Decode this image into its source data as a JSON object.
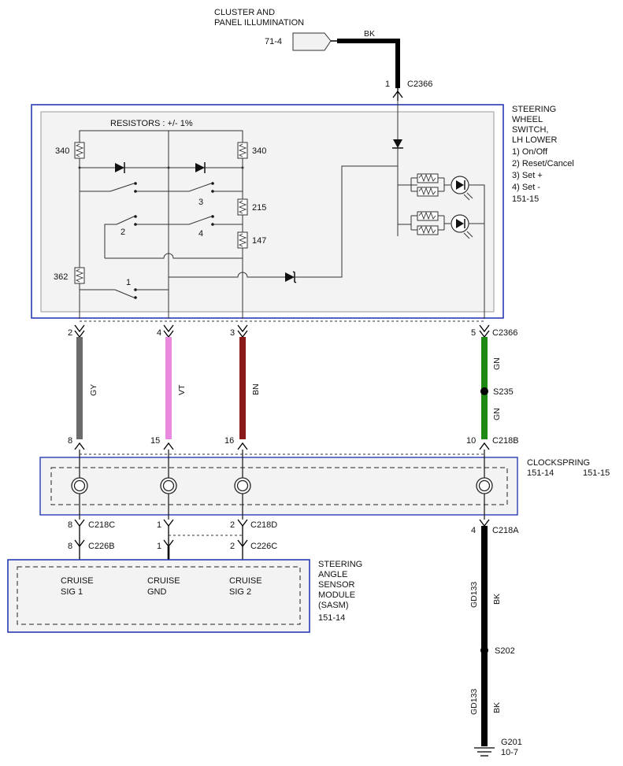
{
  "header": {
    "source_line1": "CLUSTER AND",
    "source_line2": "PANEL ILLUMINATION",
    "source_ref": "71-4",
    "top_wire_color": "BK"
  },
  "top_connector": {
    "pin": "1",
    "name": "C2366"
  },
  "switch_module": {
    "title_lines": [
      "STEERING",
      "WHEEL",
      "SWITCH,",
      "LH LOWER"
    ],
    "functions": [
      "1) On/Off",
      "2) Reset/Cancel",
      "3) Set +",
      "4) Set -"
    ],
    "page_ref": "151-15",
    "resistors_label": "RESISTORS : +/- 1%",
    "resistors": [
      "340",
      "340",
      "215",
      "147",
      "362"
    ],
    "switch_numbers": [
      "1",
      "2",
      "3",
      "4"
    ]
  },
  "connector_c2366": {
    "name": "C2366",
    "pins": [
      "2",
      "4",
      "3",
      "5"
    ]
  },
  "wires": {
    "gy": "GY",
    "vt": "VT",
    "bn": "BN",
    "gn_upper": "GN",
    "gn_lower": "GN",
    "splice_s235": "S235"
  },
  "connector_c218b": {
    "name": "C218B",
    "pins": [
      "8",
      "15",
      "16",
      "10"
    ]
  },
  "clockspring": {
    "title": "CLOCKSPRING",
    "ref1": "151-14",
    "ref2": "151-15"
  },
  "lower_connectors": {
    "c218c": {
      "pin": "8",
      "name": "C218C"
    },
    "c226b": {
      "pin": "8",
      "name": "C226B"
    },
    "c218d_pin_gnd": "1",
    "c218d": {
      "pin": "2",
      "name": "C218D"
    },
    "c226c_pin_gnd": "1",
    "c226c": {
      "pin": "2",
      "name": "C226C"
    },
    "c218a": {
      "pin": "4",
      "name": "C218A"
    }
  },
  "sasm": {
    "title_lines": [
      "STEERING",
      "ANGLE",
      "SENSOR",
      "MODULE",
      "(SASM)"
    ],
    "page_ref": "151-14",
    "sig1_line1": "CRUISE",
    "sig1_line2": "SIG 1",
    "gnd_line1": "CRUISE",
    "gnd_line2": "GND",
    "sig2_line1": "CRUISE",
    "sig2_line2": "SIG 2"
  },
  "ground_wire": {
    "circuit_upper": "GD133",
    "color_upper": "BK",
    "splice_s202": "S202",
    "circuit_lower": "GD133",
    "color_lower": "BK",
    "ground_name": "G201",
    "ground_ref": "10-7"
  },
  "colors": {
    "module_border": "#2a3bb5",
    "wire_gray": "#6b6b6b",
    "wire_violet": "#e889de",
    "wire_brown": "#8a1a1a",
    "wire_green": "#1e8a14",
    "wire_black": "#000000"
  }
}
